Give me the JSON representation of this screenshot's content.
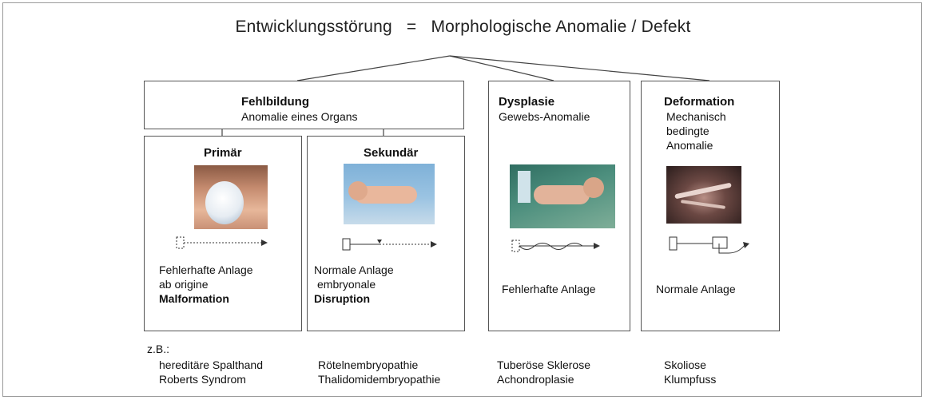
{
  "title": {
    "left": "Entwicklungsstörung",
    "eq": "=",
    "right": "Morphologische Anomalie / Defekt"
  },
  "fehlbildung": {
    "heading": "Fehlbildung",
    "sub": "Anomalie eines Organs",
    "primaer": {
      "heading": "Primär",
      "line1": "Fehlerhafte Anlage",
      "line2": "ab origine",
      "term": "Malformation"
    },
    "sekundaer": {
      "heading": "Sekundär",
      "line1": "Normale Anlage",
      "line2": "embryonale",
      "term": "Disruption"
    }
  },
  "dysplasie": {
    "heading": "Dysplasie",
    "sub": "Gewebs-Anomalie",
    "line1": "Fehlerhafte Anlage"
  },
  "deformation": {
    "heading": "Deformation",
    "sub1": "Mechanisch",
    "sub2": "bedingte",
    "sub3": "Anomalie",
    "line1": "Normale Anlage"
  },
  "examples": {
    "label": "z.B.:",
    "col1": [
      "hereditäre Spalthand",
      "Roberts Syndrom"
    ],
    "col2": [
      "Rötelnembryopathie",
      "Thalidomidembryopathie"
    ],
    "col3": [
      "Tuberöse Sklerose",
      "Achondroplasie"
    ],
    "col4": [
      "Skoliose",
      "Klumpfuss"
    ]
  }
}
